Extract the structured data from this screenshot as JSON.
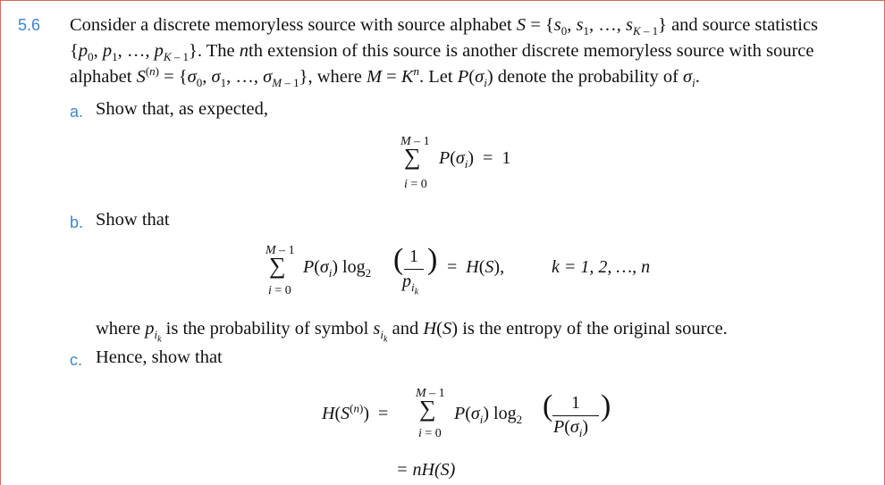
{
  "problem": {
    "number": "5.6",
    "intro": {
      "l1a": "Consider a discrete memoryless source with source alphabet ",
      "l1b": " and source statistics",
      "l2a": ". The ",
      "l2b": "th extension of this source is another discrete memoryless source with source",
      "l3a": "alphabet ",
      "l3b": ", where ",
      "l3c": ". Let ",
      "l3d": " denote the probability of "
    },
    "parts": [
      {
        "label": "a.",
        "text": "Show that, as expected,"
      },
      {
        "label": "b.",
        "text": "Show that"
      },
      {
        "label": "c.",
        "text": "Hence, show that"
      }
    ],
    "where_text": {
      "a": "where ",
      "b": " is the probability of symbol ",
      "c": " and ",
      "d": " is the entropy of the original source."
    },
    "eq_b_tail": "k = 1, 2, …, n",
    "final_line": "= nH(S)"
  }
}
